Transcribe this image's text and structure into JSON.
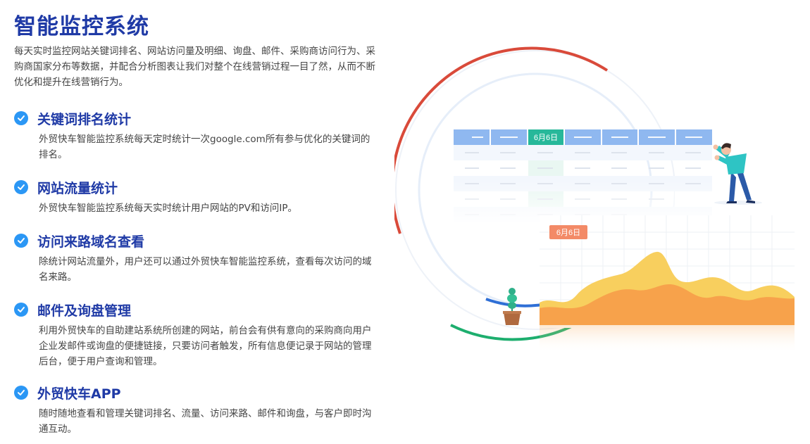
{
  "title": "智能监控系统",
  "intro": "每天实时监控网站关键词排名、网站访问量及明细、询盘、邮件、采购商访问行为、采购商国家分布等数据，并配合分析图表让我们对整个在线营销过程一目了然，从而不断优化和提升在线营销行为。",
  "features": [
    {
      "title": "关键词排名统计",
      "desc": "外贸快车智能监控系统每天定时统计一次google.com所有参与优化的关键词的排名。"
    },
    {
      "title": "网站流量统计",
      "desc": "外贸快车智能监控系统每天实时统计用户网站的PV和访问IP。"
    },
    {
      "title": "访问来路域名查看",
      "desc": "除统计网站流量外，用户还可以通过外贸快车智能监控系统，查看每次访问的域名来路。"
    },
    {
      "title": "邮件及询盘管理",
      "desc": "利用外贸快车的自助建站系统所创建的网站，前台会有供有意向的采购商向用户企业发邮件或询盘的便捷链接，只要访问者触发，所有信息便记录于网站的管理后台，便于用户查询和管理。"
    },
    {
      "title": "外贸快车APP",
      "desc": "随时随地查看和管理关键词排名、流量、访问来路、邮件和询盘，与客户即时沟通互动。"
    }
  ],
  "illustration": {
    "table_tag": "6月6日",
    "chart_tag": "6月6日"
  },
  "colors": {
    "title": "#1f3aa6",
    "check": "#2b97f5",
    "ring_red": "#d94a3a",
    "ring_green": "#1dae6e",
    "ring_blue": "#2f6fd6",
    "table_header": "#8fb8f0",
    "tag_green": "#27b89a",
    "tag_orange": "#f38a67",
    "area_orange": "#f7a24b",
    "area_yellow": "#f8cf5e"
  }
}
